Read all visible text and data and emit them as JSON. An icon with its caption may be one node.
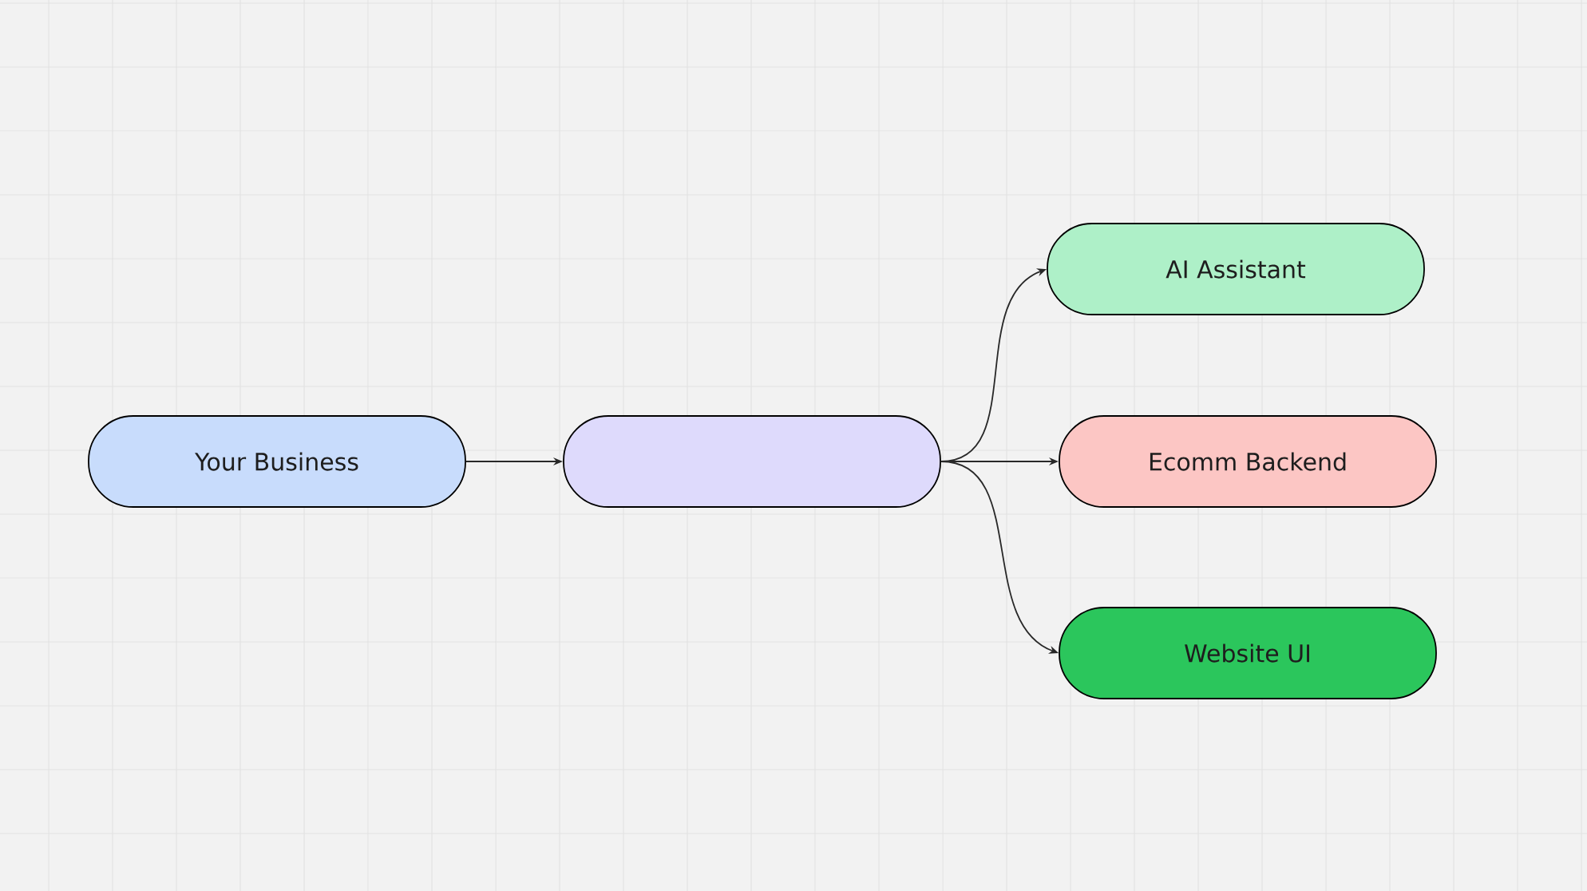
{
  "diagram": {
    "nodes": [
      {
        "text": [
          "Your Business"
        ]
      },
      {
        "text": [],
        "shape": "box"
      },
      {
        "text": [
          "AI Assistant"
        ]
      },
      {
        "text": [
          "Ecomm Backend"
        ]
      },
      {
        "text": [
          "Website UI"
        ]
      }
    ],
    "edges": [
      {
        "from": 0,
        "to": 1,
        "arrow": "to"
      },
      {
        "from": 1,
        "to": 2,
        "arrow": "to"
      },
      {
        "from": 1,
        "to": 3,
        "arrow": "to"
      },
      {
        "from": 1,
        "to": 4,
        "arrow": "to"
      }
    ]
  }
}
